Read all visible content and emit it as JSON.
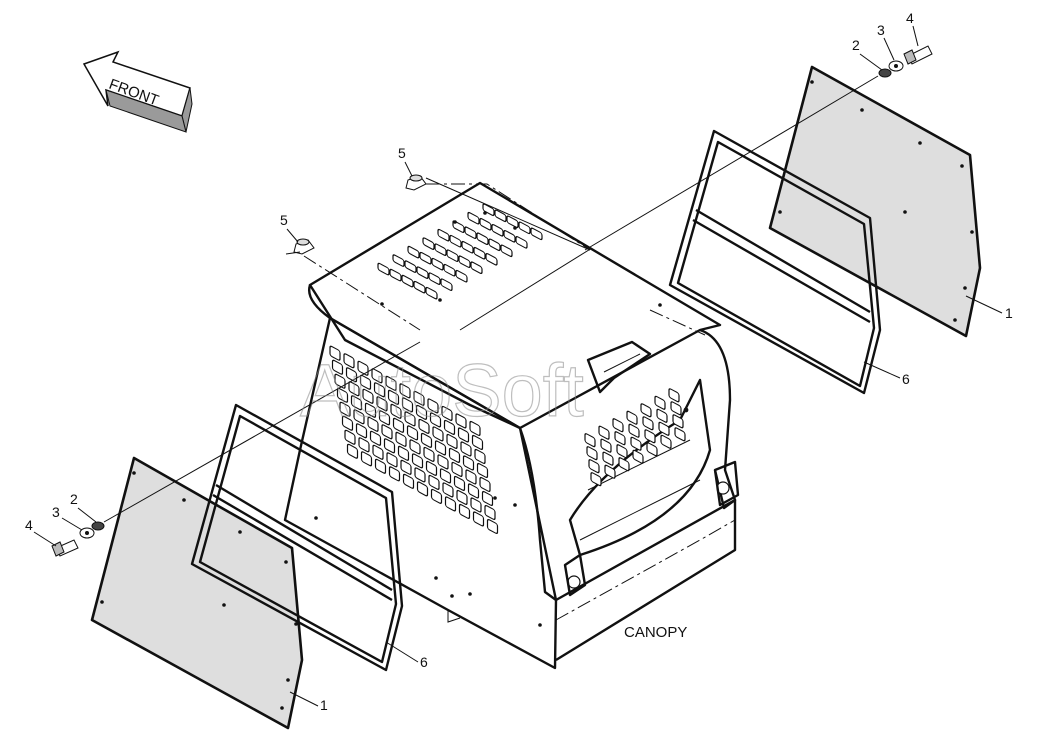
{
  "diagram": {
    "front_label": "FRONT",
    "assembly_label": "CANOPY",
    "watermark": "AutoSoft",
    "callouts": [
      {
        "id": "c1a",
        "text": "1"
      },
      {
        "id": "c1b",
        "text": "1"
      },
      {
        "id": "c2a",
        "text": "2"
      },
      {
        "id": "c2b",
        "text": "2"
      },
      {
        "id": "c3a",
        "text": "3"
      },
      {
        "id": "c3b",
        "text": "3"
      },
      {
        "id": "c4a",
        "text": "4"
      },
      {
        "id": "c4b",
        "text": "4"
      },
      {
        "id": "c5a",
        "text": "5"
      },
      {
        "id": "c5b",
        "text": "5"
      },
      {
        "id": "c6a",
        "text": "6"
      },
      {
        "id": "c6b",
        "text": "6"
      }
    ]
  }
}
